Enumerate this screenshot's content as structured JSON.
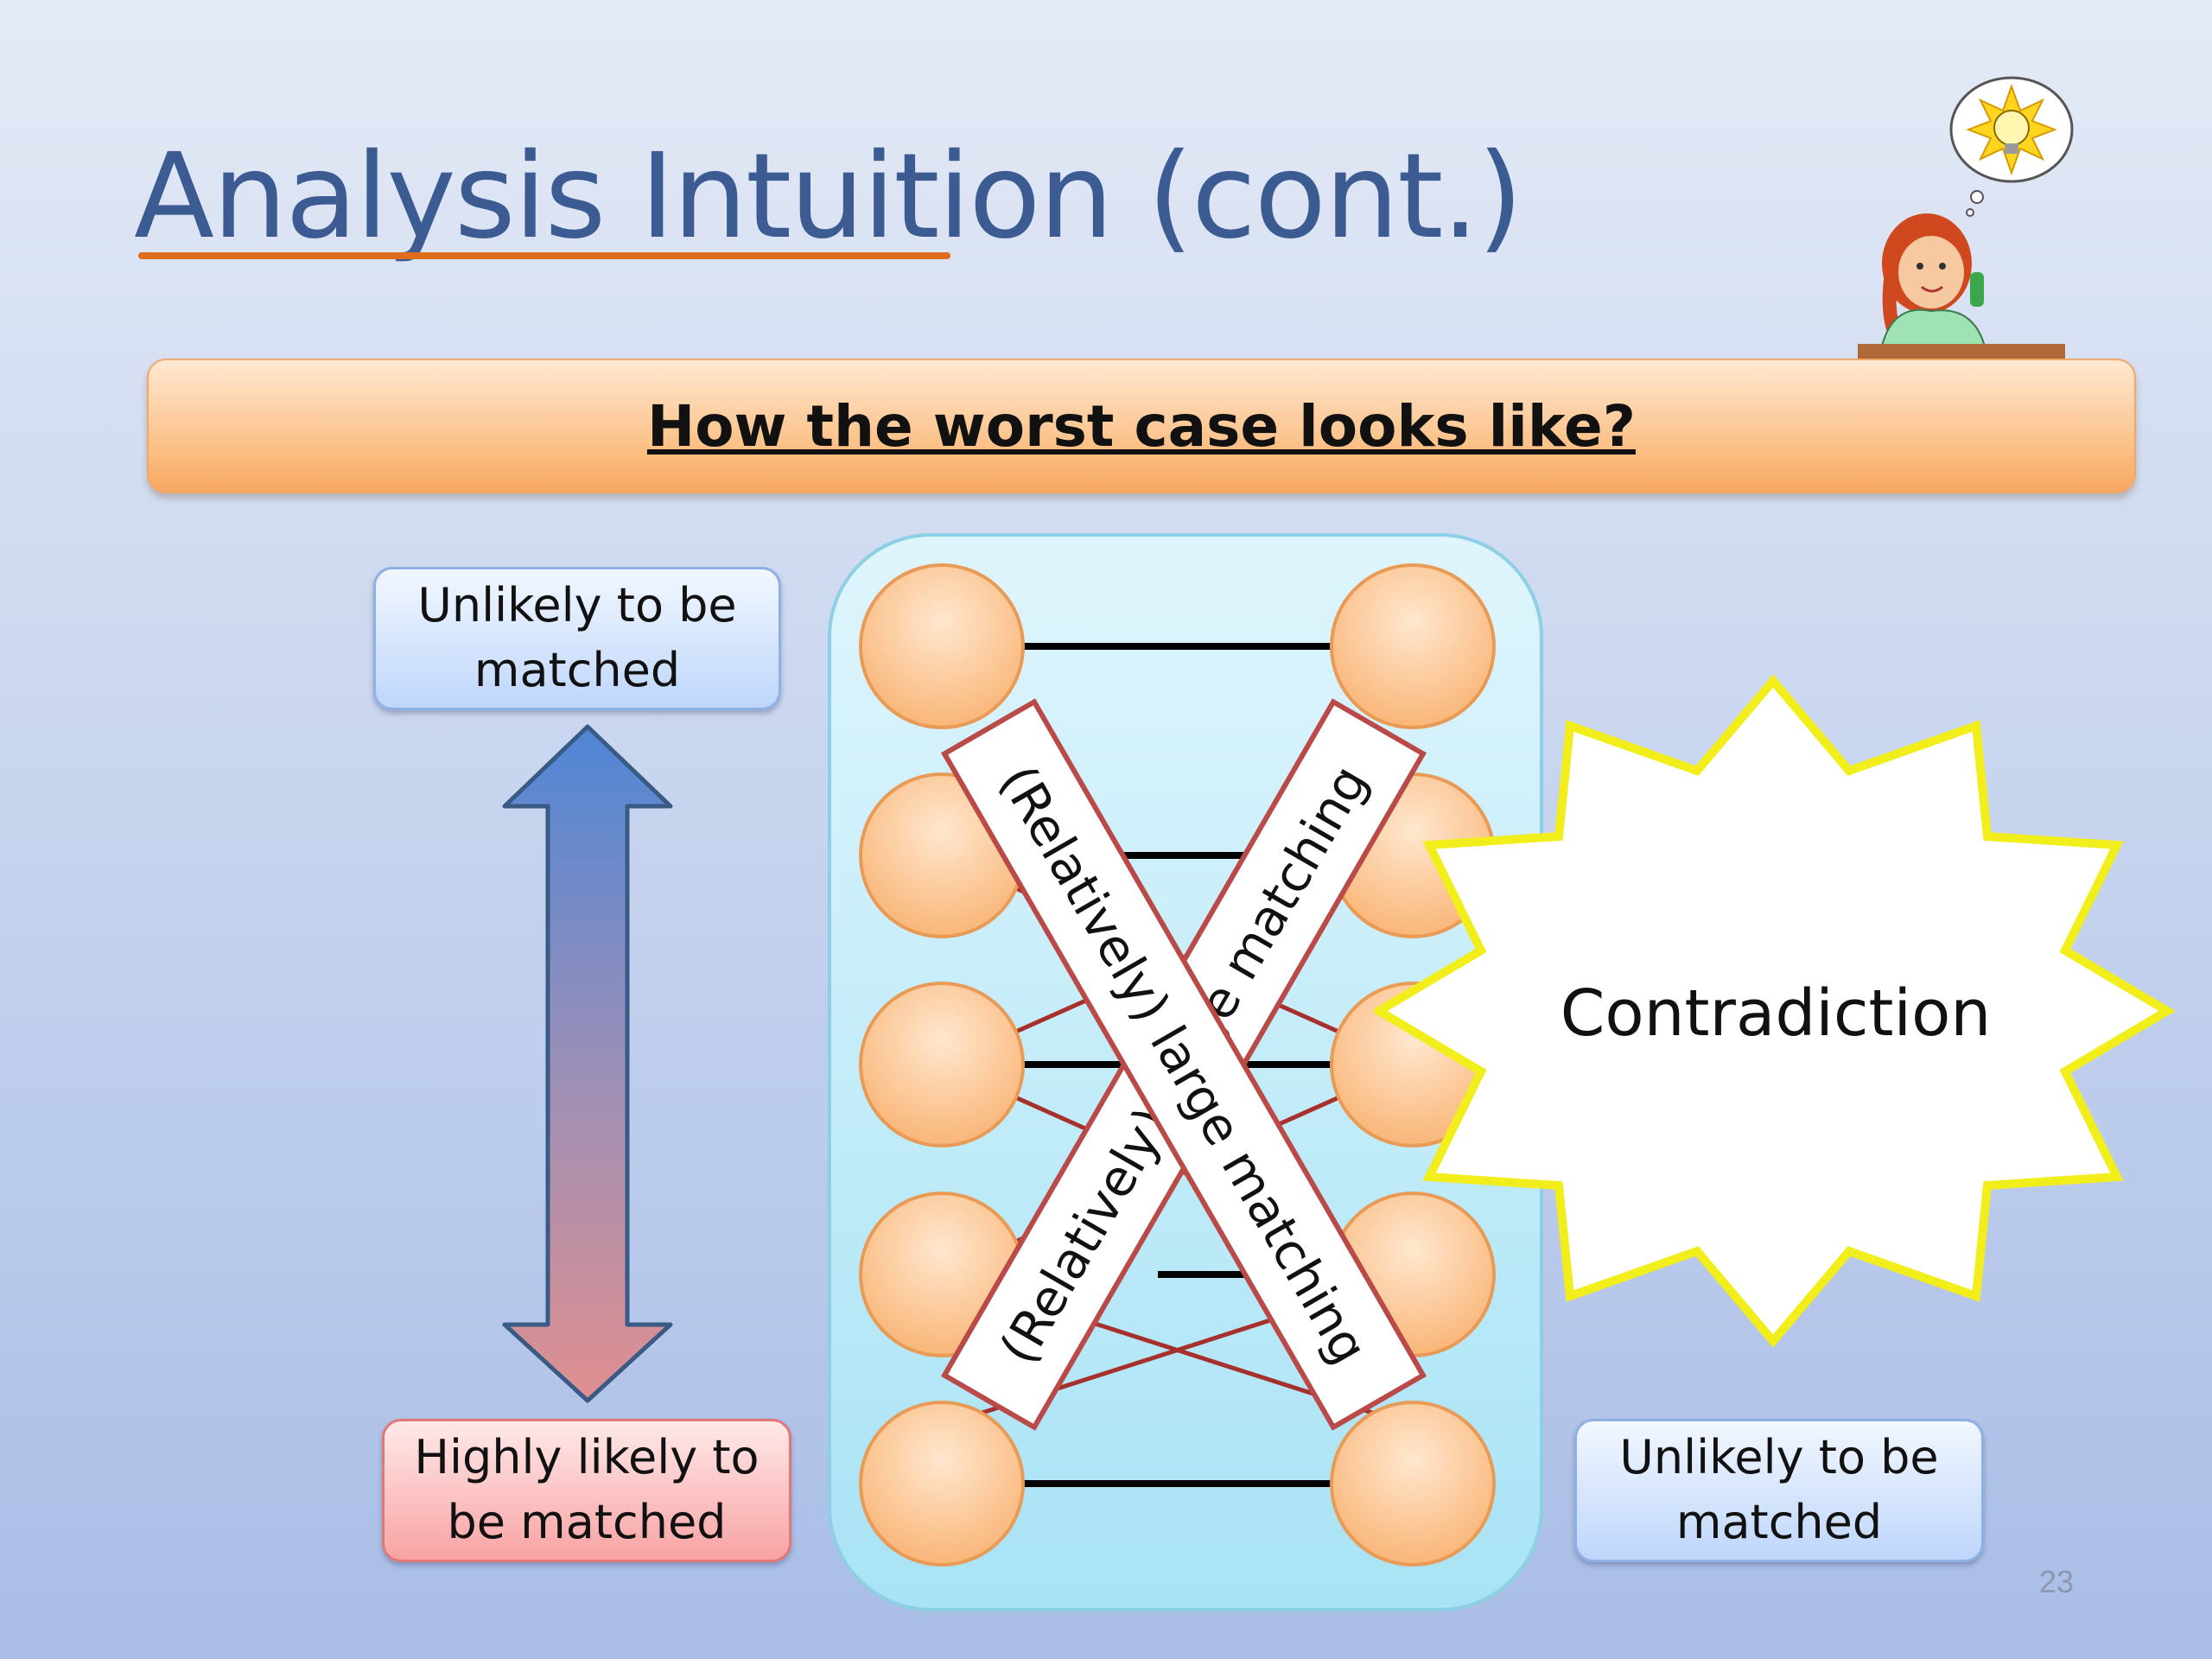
{
  "title": "Analysis Intuition (cont.)",
  "banner": "How the worst case looks like?",
  "labels": {
    "top_left": "Unlikely to be matched",
    "bottom_left": "Highly likely to be matched",
    "bottom_right": "Unlikely to be matched"
  },
  "cross": {
    "stripe_1": "(Relatively) large matching",
    "stripe_2": "(Relatively) large matching"
  },
  "burst": "Contradiction",
  "page_number": "23",
  "colors": {
    "title": "#3b5b92",
    "title_underline": "#e06d1b",
    "node_fill": "#fcc48d",
    "panel": "#a8e3f5",
    "cross_border": "#b94a48",
    "burst_border": "#f2ee1c"
  }
}
